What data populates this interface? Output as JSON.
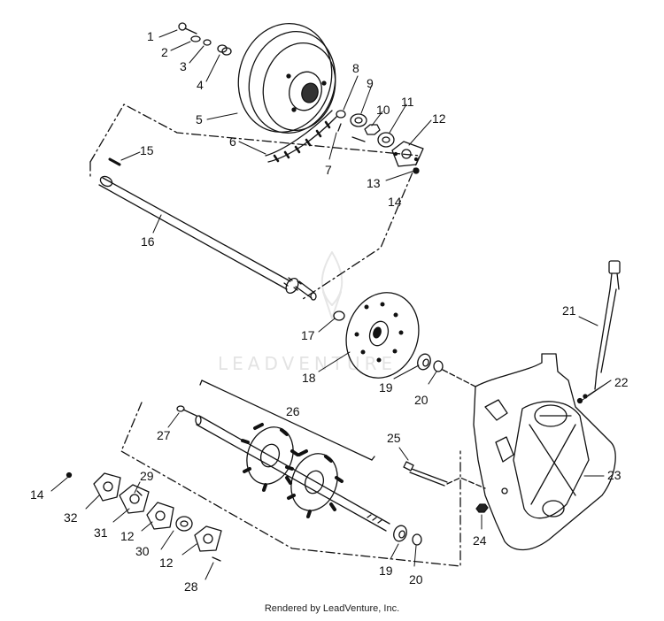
{
  "watermark": {
    "text": "LEADVENTURE"
  },
  "footer": {
    "text": "Rendered by LeadVenture, Inc."
  },
  "callouts": [
    {
      "id": "c1",
      "label": "1"
    },
    {
      "id": "c2",
      "label": "2"
    },
    {
      "id": "c3",
      "label": "3"
    },
    {
      "id": "c4",
      "label": "4"
    },
    {
      "id": "c5",
      "label": "5"
    },
    {
      "id": "c6",
      "label": "6"
    },
    {
      "id": "c7",
      "label": "7"
    },
    {
      "id": "c8",
      "label": "8"
    },
    {
      "id": "c9",
      "label": "9"
    },
    {
      "id": "c10",
      "label": "10"
    },
    {
      "id": "c11",
      "label": "11"
    },
    {
      "id": "c12a",
      "label": "12"
    },
    {
      "id": "c13",
      "label": "13"
    },
    {
      "id": "c14a",
      "label": "14"
    },
    {
      "id": "c15",
      "label": "15"
    },
    {
      "id": "c16",
      "label": "16"
    },
    {
      "id": "c17",
      "label": "17"
    },
    {
      "id": "c18",
      "label": "18"
    },
    {
      "id": "c19a",
      "label": "19"
    },
    {
      "id": "c20a",
      "label": "20"
    },
    {
      "id": "c21",
      "label": "21"
    },
    {
      "id": "c22",
      "label": "22"
    },
    {
      "id": "c23",
      "label": "23"
    },
    {
      "id": "c24",
      "label": "24"
    },
    {
      "id": "c25",
      "label": "25"
    },
    {
      "id": "c26",
      "label": "26"
    },
    {
      "id": "c27",
      "label": "27"
    },
    {
      "id": "c28",
      "label": "28"
    },
    {
      "id": "c29",
      "label": "29"
    },
    {
      "id": "c30",
      "label": "30"
    },
    {
      "id": "c31",
      "label": "31"
    },
    {
      "id": "c32",
      "label": "32"
    },
    {
      "id": "c12b",
      "label": "12"
    },
    {
      "id": "c12c",
      "label": "12"
    },
    {
      "id": "c14b",
      "label": "14"
    },
    {
      "id": "c19b",
      "label": "19"
    },
    {
      "id": "c20b",
      "label": "20"
    }
  ]
}
